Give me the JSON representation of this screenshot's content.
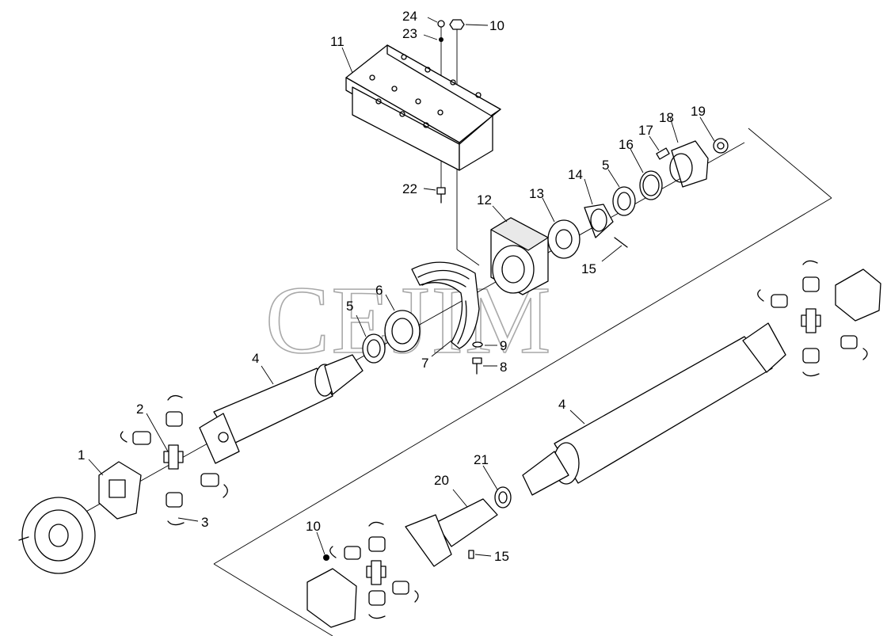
{
  "watermark": "CEJIM",
  "callouts": {
    "c1": "1",
    "c2": "2",
    "c3": "3",
    "c4a": "4",
    "c4b": "4",
    "c5a": "5",
    "c5b": "5",
    "c6": "6",
    "c7": "7",
    "c8": "8",
    "c9": "9",
    "c10a": "10",
    "c10b": "10",
    "c11": "11",
    "c12": "12",
    "c13": "13",
    "c14": "14",
    "c15a": "15",
    "c15b": "15",
    "c16": "16",
    "c17": "17",
    "c18": "18",
    "c19": "19",
    "c20": "20",
    "c21": "21",
    "c22": "22",
    "c23": "23",
    "c24": "24"
  }
}
